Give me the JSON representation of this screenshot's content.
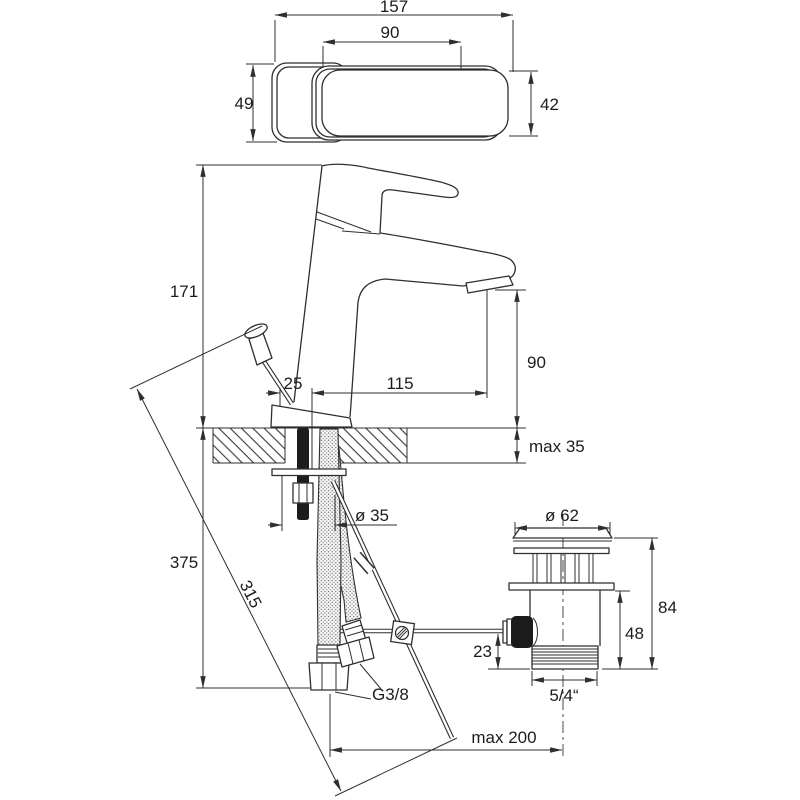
{
  "drawing": {
    "title": "Basin mixer tap installation drawing",
    "top_view": {
      "overall_width": "157",
      "handle_width": "90",
      "base_depth": "49",
      "body_depth": "42"
    },
    "front_view": {
      "total_height": "171",
      "spout_clearance": "90",
      "rod_offset": "25",
      "spout_reach": "115",
      "deck_thickness": "max 35",
      "mounting_hole": "ø 35"
    },
    "supply": {
      "hose_drop": "375",
      "rod_drop": "315",
      "hose_thread": "G3/8",
      "max_reach": "max 200"
    },
    "waste": {
      "flange_dia": "ø 62",
      "total_height": "84",
      "body_height": "48",
      "rod_height": "23",
      "bottom_thread": "5/4“"
    }
  }
}
